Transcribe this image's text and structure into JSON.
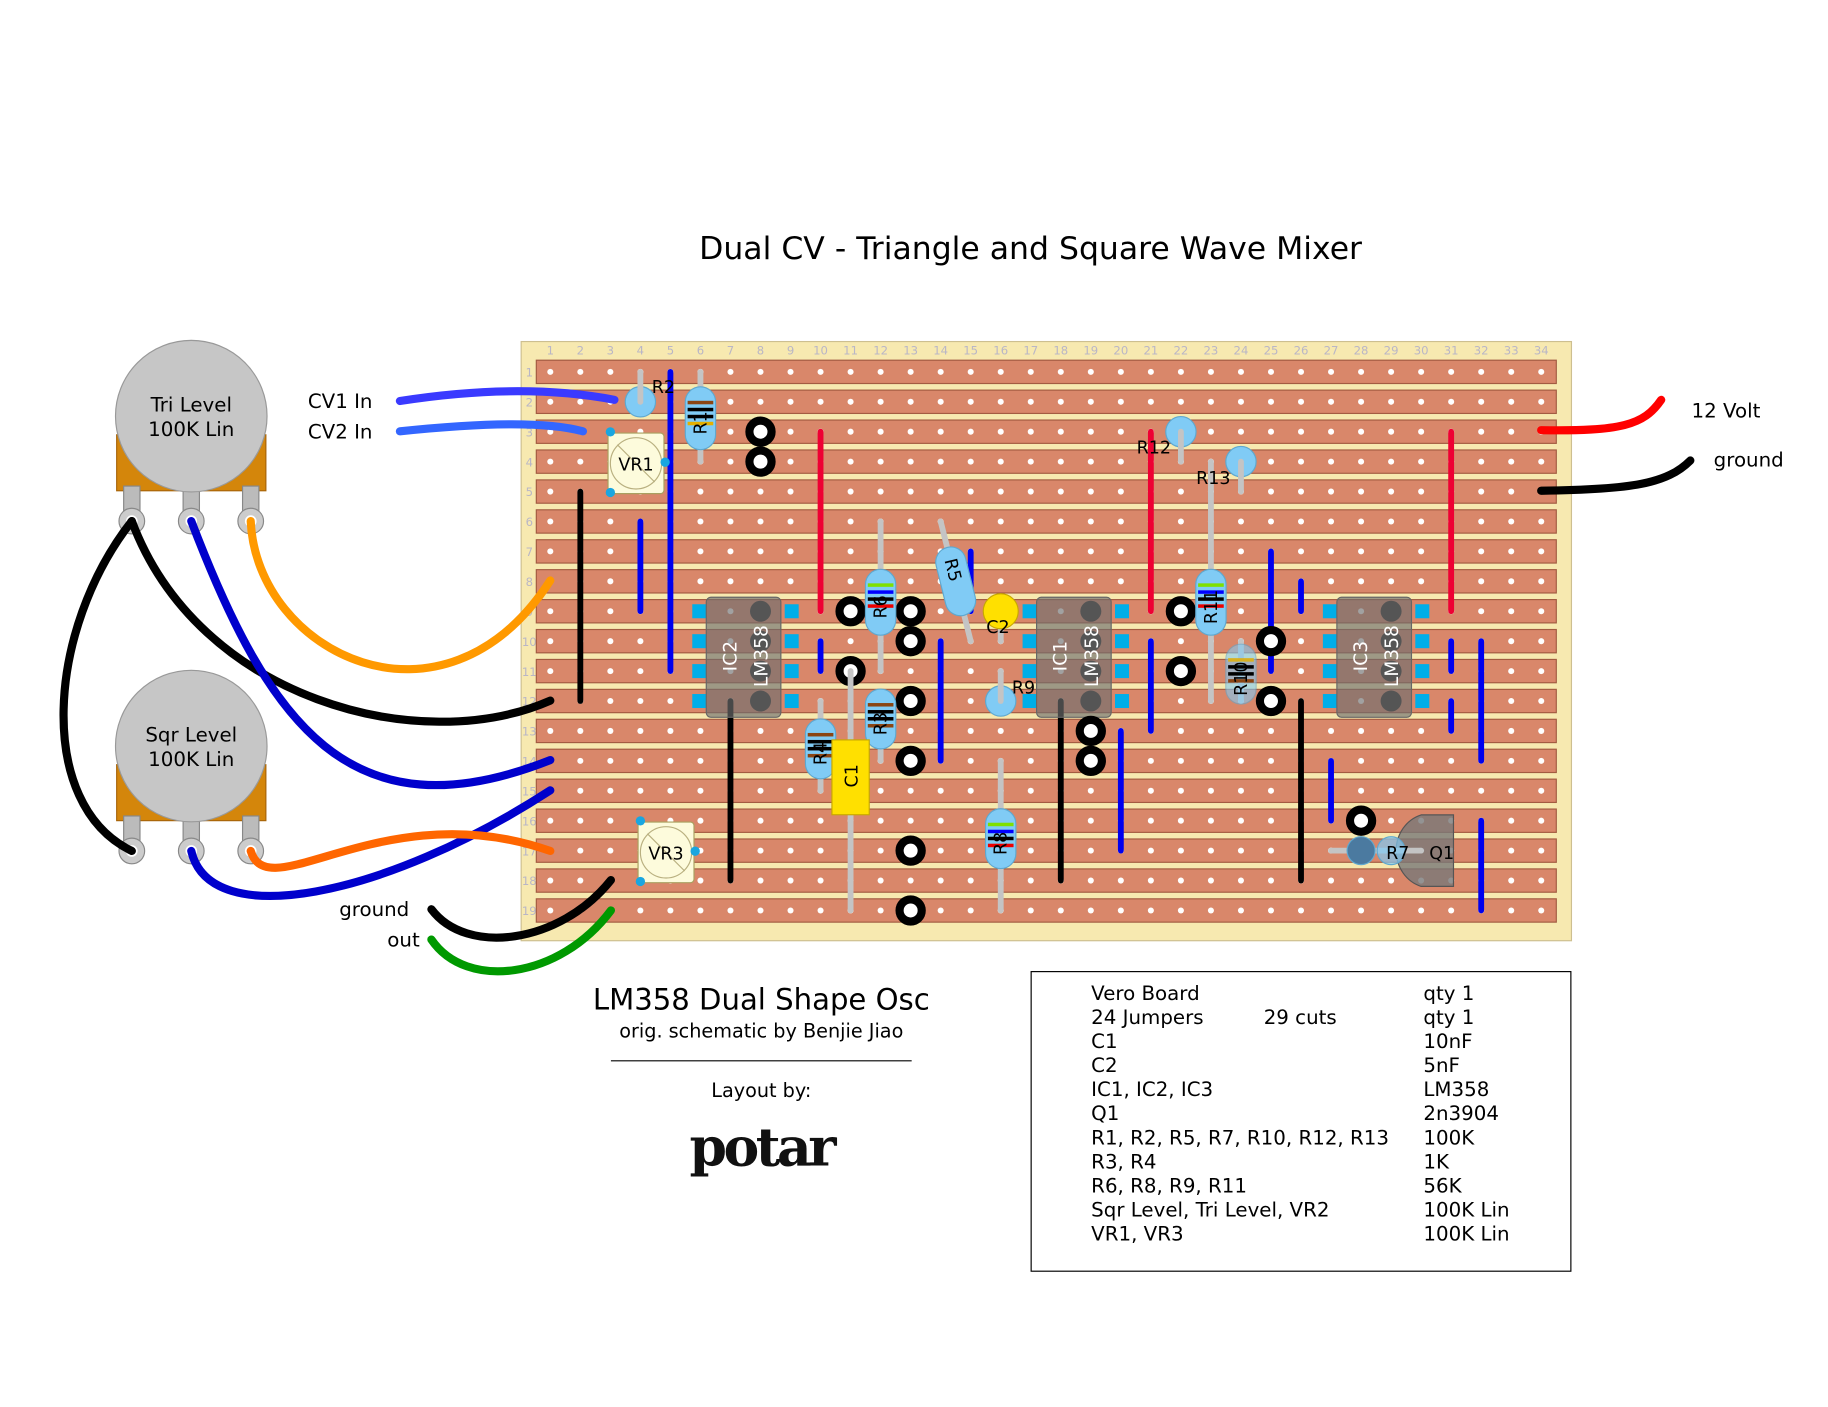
{
  "title": "Dual CV - Triangle and Square Wave Mixer",
  "board": {
    "column_labels": [
      "1",
      "2",
      "3",
      "4",
      "5",
      "6",
      "7",
      "8",
      "9",
      "10",
      "11",
      "12",
      "13",
      "14",
      "15",
      "16",
      "17",
      "18",
      "19",
      "20",
      "21",
      "22",
      "23",
      "24",
      "25",
      "26",
      "27",
      "28",
      "29",
      "30",
      "31",
      "32",
      "33",
      "34"
    ],
    "row_labels": [
      "1",
      "2",
      "3",
      "4",
      "5",
      "6",
      "7",
      "8",
      "9",
      "10",
      "11",
      "12",
      "13",
      "14",
      "15",
      "16",
      "17",
      "18",
      "19"
    ]
  },
  "parts": {
    "R1": "R1",
    "R2": "R2",
    "R3": "R3",
    "R4": "R4",
    "R5": "R5",
    "R6": "R6",
    "R7": "R7",
    "R8": "R8",
    "R9": "R9",
    "R10": "R10",
    "R11": "R11",
    "R12": "R12",
    "R13": "R13",
    "C1": "C1",
    "C2": "C2",
    "VR1": "VR1",
    "VR3": "VR3",
    "Q1": "Q1",
    "IC1": "IC1",
    "IC2": "IC2",
    "IC3": "IC3",
    "ic_type": "LM358"
  },
  "off_board": {
    "tri_pot": {
      "name": "Tri Level",
      "value": "100K Lin"
    },
    "sqr_pot": {
      "name": "Sqr Level",
      "value": "100K Lin"
    },
    "cv1": "CV1 In",
    "cv2": "CV2 In",
    "ground_left": "ground",
    "out": "out",
    "power": "12 Volt",
    "ground_right": "ground"
  },
  "footer": {
    "project": "LM358 Dual Shape Osc",
    "credit": "orig. schematic by Benjie Jiao",
    "layout_by": "Layout by:",
    "logo_text": "potar"
  },
  "bom": [
    {
      "item": "Vero Board",
      "note": "",
      "value": "qty 1"
    },
    {
      "item": "24 Jumpers",
      "note": "29 cuts",
      "value": "qty 1"
    },
    {
      "item": "C1",
      "note": "",
      "value": "10nF"
    },
    {
      "item": "C2",
      "note": "",
      "value": "5nF"
    },
    {
      "item": "IC1, IC2, IC3",
      "note": "",
      "value": "LM358"
    },
    {
      "item": "Q1",
      "note": "",
      "value": "2n3904"
    },
    {
      "item": "R1, R2, R5, R7, R10, R12, R13",
      "note": "",
      "value": "100K"
    },
    {
      "item": "R3, R4",
      "note": "",
      "value": "1K"
    },
    {
      "item": "R6, R8, R9, R11",
      "note": "",
      "value": "56K"
    },
    {
      "item": "Sqr Level, Tri Level, VR2",
      "note": "",
      "value": "100K Lin"
    },
    {
      "item": "VR1, VR3",
      "note": "",
      "value": "100K Lin"
    }
  ],
  "colors": {
    "board": "#f7e9b0",
    "strip": "#d9876a",
    "jumper_black": "#000000",
    "jumper_blue": "#0000ee",
    "jumper_red": "#ee0033",
    "resistor_body": "#80cbf5",
    "capacitor": "#ffe000",
    "pot_body": "#c6c6c6",
    "pot_base": "#d4860b"
  }
}
